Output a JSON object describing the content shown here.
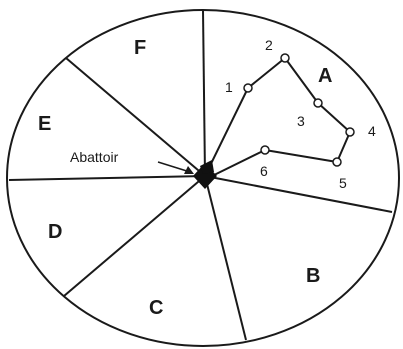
{
  "diagram": {
    "abattoir_label": "Abattoir",
    "sectors": [
      {
        "id": "A",
        "label": "A"
      },
      {
        "id": "B",
        "label": "B"
      },
      {
        "id": "C",
        "label": "C"
      },
      {
        "id": "D",
        "label": "D"
      },
      {
        "id": "E",
        "label": "E"
      },
      {
        "id": "F",
        "label": "F"
      }
    ],
    "route_points": [
      {
        "id": "1",
        "label": "1"
      },
      {
        "id": "2",
        "label": "2"
      },
      {
        "id": "3",
        "label": "3"
      },
      {
        "id": "4",
        "label": "4"
      },
      {
        "id": "5",
        "label": "5"
      },
      {
        "id": "6",
        "label": "6"
      }
    ]
  },
  "colors": {
    "line": "#1a1a1a",
    "point_fill": "#ffffff",
    "abattoir_fill": "#111111"
  }
}
